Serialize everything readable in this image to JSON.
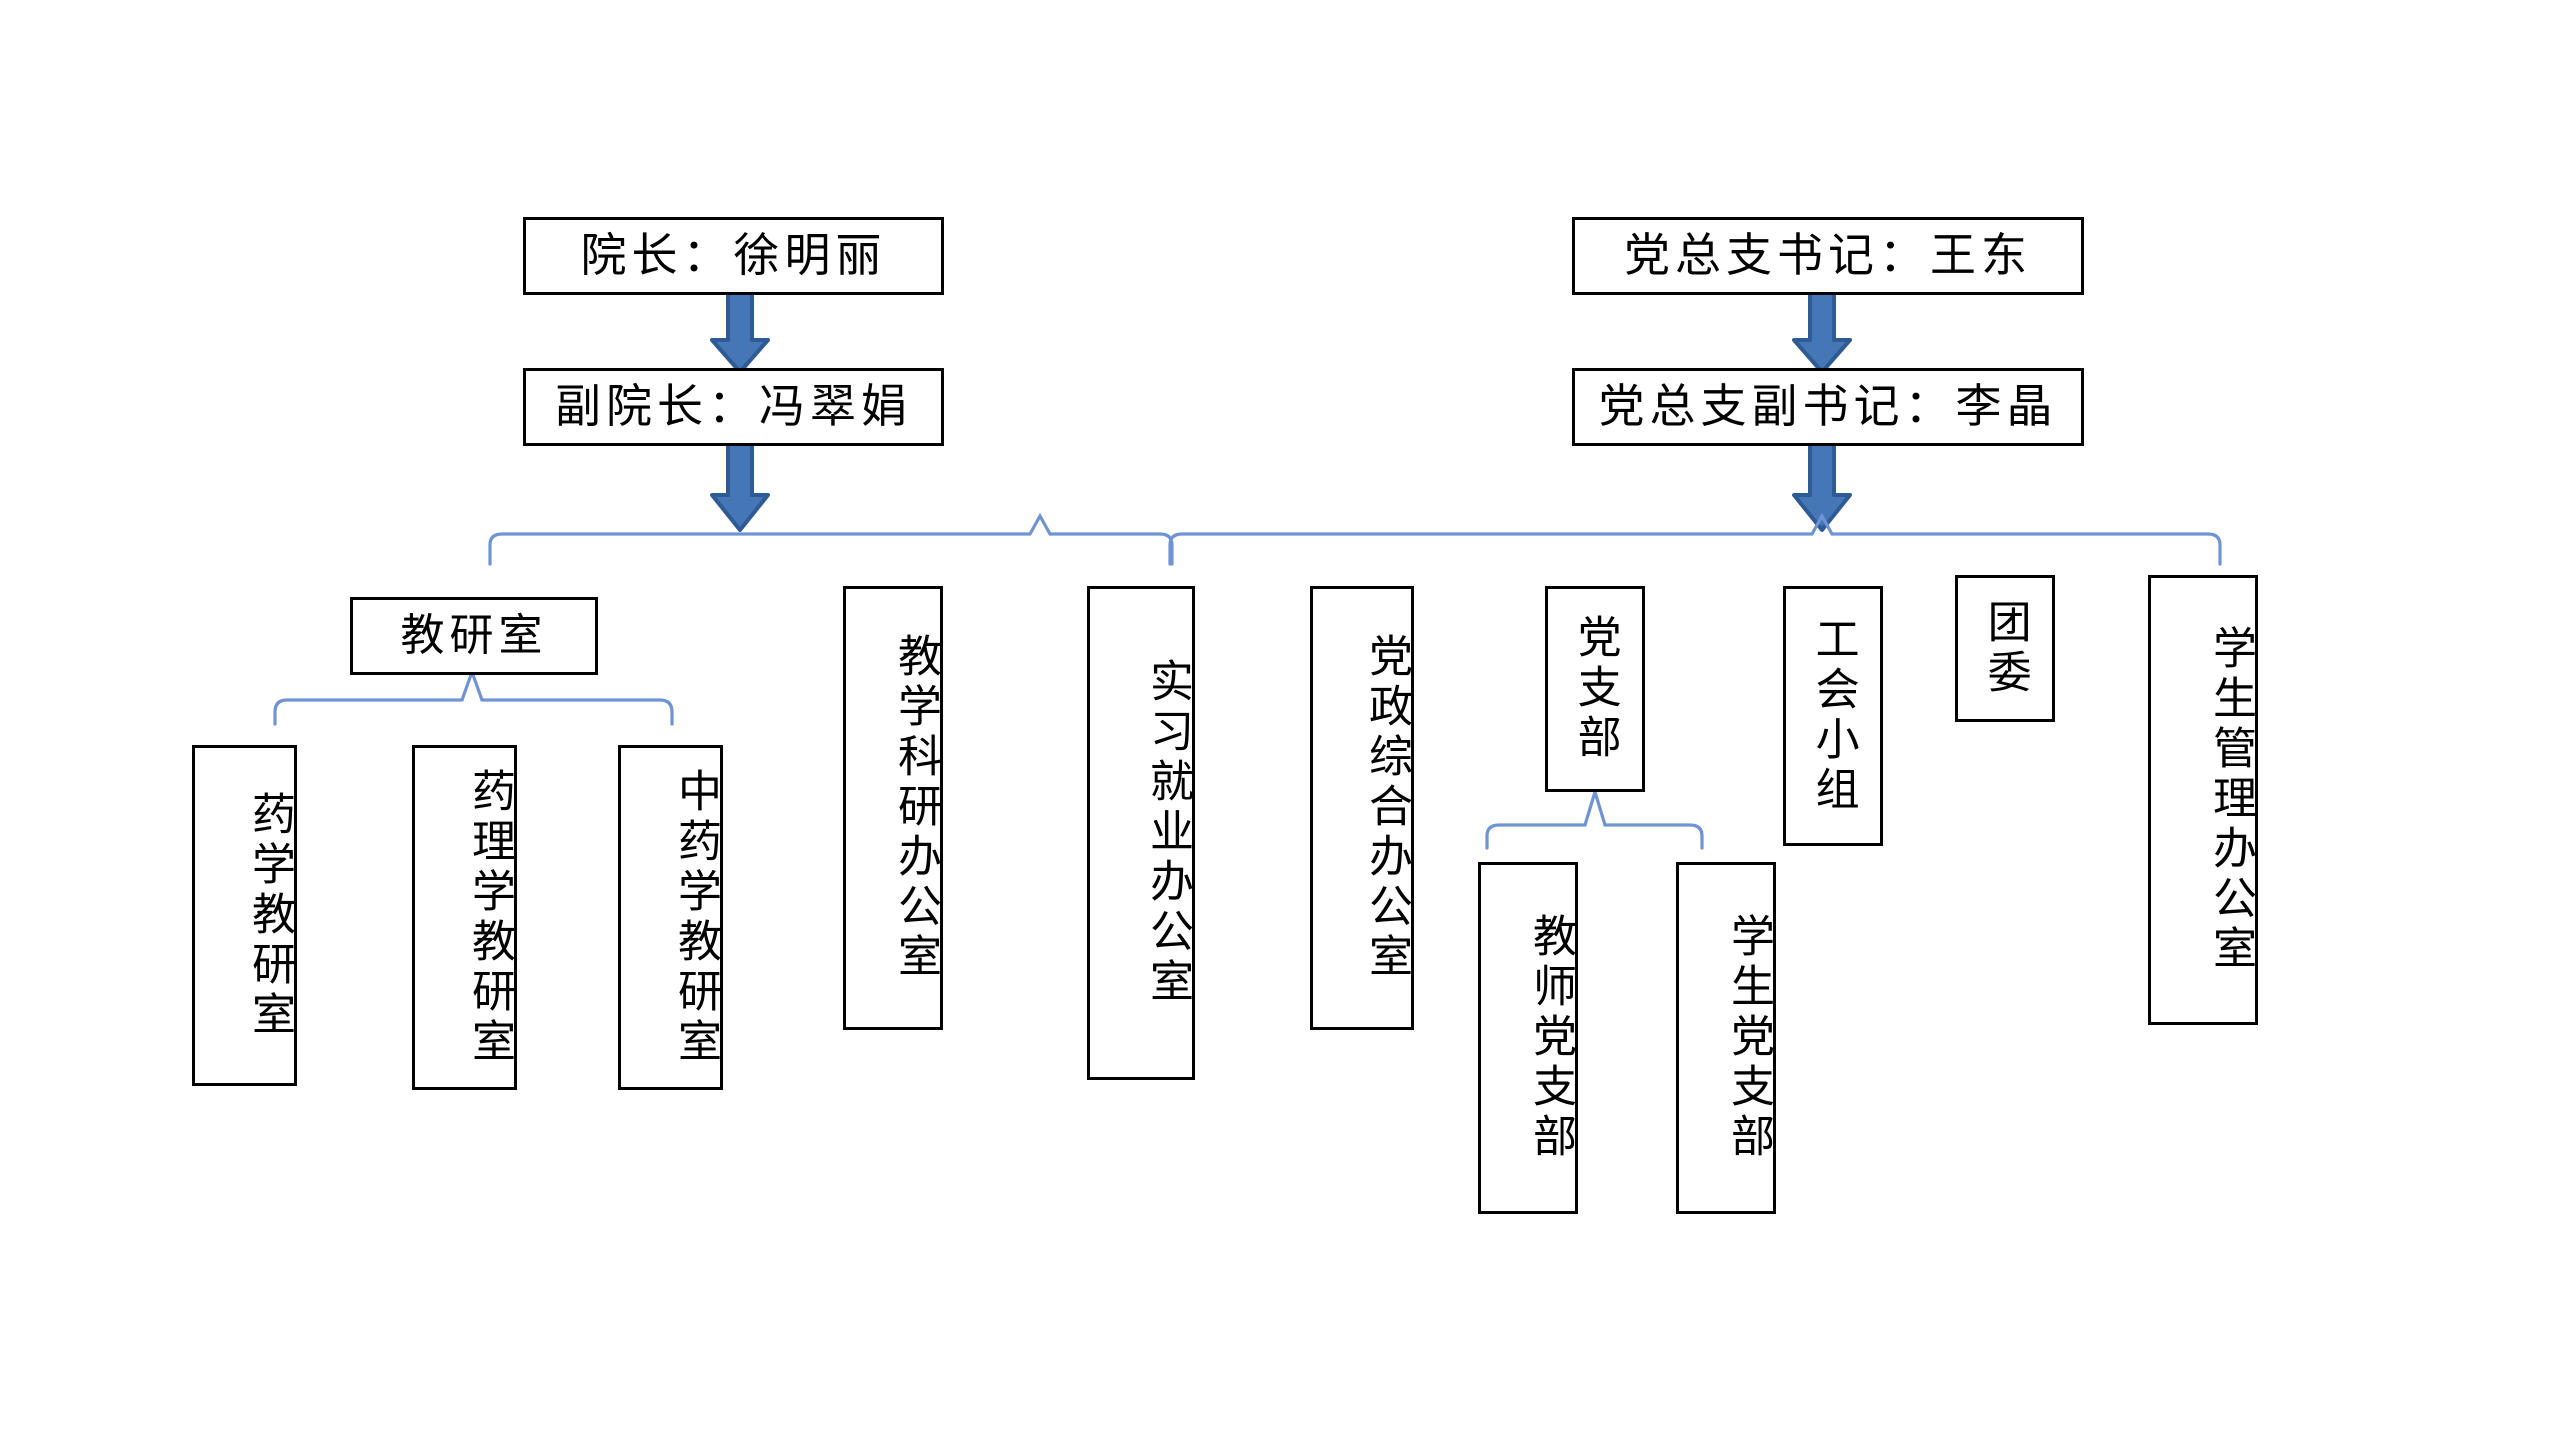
{
  "chart_title": "",
  "colors": {
    "box_border": "#000000",
    "box_fill": "#ffffff",
    "text": "#000000",
    "arrow_fill": "#4576b5",
    "arrow_stroke": "#2e5b96",
    "connector": "#6f93d3",
    "background": "#ffffff"
  },
  "org": {
    "admin_line": {
      "head": "院长：徐明丽",
      "deputy": "副院长：冯翠娟"
    },
    "party_line": {
      "head": "党总支书记：王东",
      "deputy": "党总支副书记：李晶"
    },
    "admin_children": [
      {
        "label": "教研室"
      },
      {
        "label": "教学科研办公室"
      },
      {
        "label": "实习就业办公室"
      }
    ],
    "teaching_office_children": [
      {
        "label": "药学教研室"
      },
      {
        "label": "药理学教研室"
      },
      {
        "label": "中药学教研室"
      }
    ],
    "party_children": [
      {
        "label": "党政综合办公室"
      },
      {
        "label": "党支部"
      },
      {
        "label": "工会小组"
      },
      {
        "label": "团委"
      },
      {
        "label": "学生管理办公室"
      }
    ],
    "party_branch_children": [
      {
        "label": "教师党支部"
      },
      {
        "label": "学生党支部"
      }
    ]
  }
}
